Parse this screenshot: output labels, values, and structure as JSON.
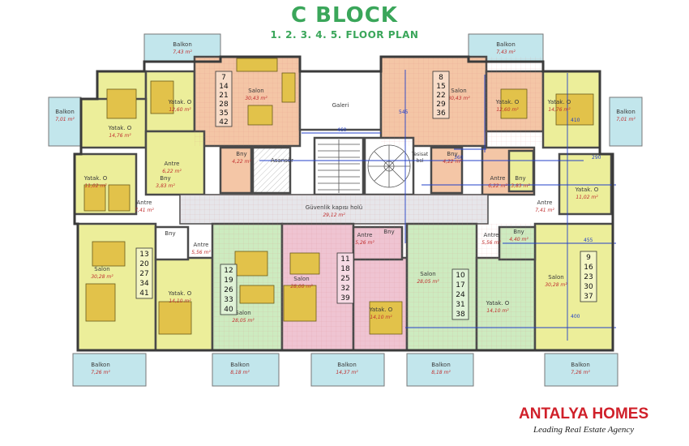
{
  "header": {
    "title": "C BLOCK",
    "subtitle": "1. 2. 3. 4. 5. FLOOR PLAN"
  },
  "brand": {
    "name": "ANTALYA HOMES",
    "tagline": "Leading Real Estate Agency"
  },
  "colors": {
    "title": "#3aa65a",
    "brand": "#d0202a",
    "yellow": "#ecee9a",
    "salmon": "#f4c6a6",
    "green": "#cdebc0",
    "pink": "#efc4d2",
    "corridor": "#e6e6ea",
    "wall": "#4a4a4a",
    "dim": "#2340c8",
    "balcony": "#c2e6ec",
    "furniture": "#e2c24a"
  },
  "labels": {
    "balkon_tl": "Balkon",
    "balkon_tl_area": "7,43 m²",
    "balkon_tr": "Balkon",
    "balkon_tr_area": "7,43 m²",
    "balkon_l": "Balkon",
    "balkon_l_area": "7,01 m²",
    "balkon_r": "Balkon",
    "balkon_r_area": "7,01 m²",
    "yatak_tl": "Yatak. O",
    "yatak_tl_area": "12,60 m²",
    "yatak_l1": "Yatak. O",
    "yatak_l1_area": "14,76 m²",
    "salon_tl": "Salon",
    "salon_tl_area": "30,43 m²",
    "galeri": "Galeri",
    "salon_tr": "Salon",
    "salon_tr_area": "30,43 m²",
    "yatak_tr": "Yatak. O",
    "yatak_tr_area": "12,60 m²",
    "yatak_r1": "Yatak. O",
    "yatak_r1_area": "14,76 m²",
    "antre_l1": "Antre",
    "antre_l1_area": "6,22 m²",
    "bny_l1": "Bny",
    "bny_l1_area": "4,22 m²",
    "asansor": "Asansör",
    "tesisat": "Tesisat",
    "tesisat2": "bsl",
    "bny_r1": "Bny",
    "bny_r1_area": "4,22 m²",
    "antre_r1": "Antre",
    "antre_r1_area": "6,22 m²",
    "bny_r2": "Bny",
    "bny_r2_area": "3,83 m²",
    "yatak_l2": "Yatak. O",
    "yatak_l2_area": "11,02 m²",
    "bny_l2": "Bny",
    "bny_l2_area": "3,83 m²",
    "yatak_r2": "Yatak. O",
    "yatak_r2_area": "11,02 m²",
    "antre_l2": "Antre",
    "antre_l2_area": "7,41 m²",
    "guvenlik": "Güvenlik kapısı holü",
    "guvenlik_area": "29,12 m²",
    "antre_r2": "Antre",
    "antre_r2_area": "7,41 m²",
    "bny_l3": "Bny",
    "antre_l3": "Antre",
    "antre_l3_area": "5,56 m²",
    "bny_m": "Bny",
    "antre_m": "Antre",
    "antre_m_area": "5,26 m²",
    "antre_r3": "Antre",
    "antre_r3_area": "5,56 m²",
    "bny_r3": "Bny",
    "bny_r3_area": "4,40 m²",
    "salon_bl": "Salon",
    "salon_bl_area": "30,28 m²",
    "yatak_bl": "Yatak. O",
    "yatak_bl_area": "14,10 m²",
    "salon_bm1": "Salon",
    "salon_bm1_area": "28,05 m²",
    "salon_bm2": "Salon",
    "salon_bm2_area": "28,00 m²",
    "yatak_bm": "Yatak. O",
    "yatak_bm_area": "14,10 m²",
    "salon_br1": "Salon",
    "salon_br1_area": "28,05 m²",
    "yatak_br": "Yatak. O",
    "yatak_br_area": "14,10 m²",
    "salon_br2": "Salon",
    "salon_br2_area": "30,28 m²",
    "balkon_b1": "Balkon",
    "balkon_b1_area": "7,26 m²",
    "balkon_b2": "Balkon",
    "balkon_b2_area": "8,18 m²",
    "balkon_b3": "Balkon",
    "balkon_b3_area": "14,37 m²",
    "balkon_b4": "Balkon",
    "balkon_b4_area": "8,18 m²",
    "balkon_b5": "Balkon",
    "balkon_b5_area": "7,26 m²"
  },
  "unit_numbers": {
    "tl": [
      "7",
      "14",
      "21",
      "28",
      "35",
      "42"
    ],
    "tr": [
      "8",
      "15",
      "22",
      "29",
      "36"
    ],
    "bl": [
      "13",
      "20",
      "27",
      "34",
      "41"
    ],
    "bm1": [
      "12",
      "19",
      "26",
      "33",
      "40"
    ],
    "bm2": [
      "11",
      "18",
      "25",
      "32",
      "39"
    ],
    "br": [
      "10",
      "17",
      "24",
      "31",
      "38"
    ],
    "rr": [
      "9",
      "16",
      "23",
      "30",
      "37"
    ]
  },
  "dimensions": {
    "galeri_width": "460",
    "top_right_height": "545",
    "right_width": "410",
    "stair_width": "360",
    "upper_width": "290",
    "lower_width": "455",
    "lower_height": "400"
  }
}
